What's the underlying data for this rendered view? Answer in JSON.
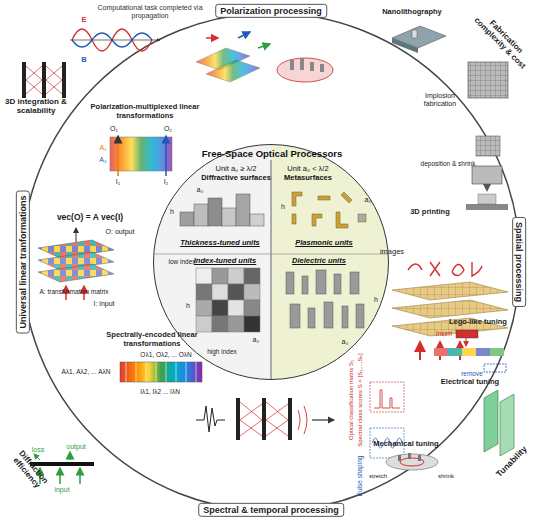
{
  "diagram": {
    "nodes": [
      {
        "text": [
          "Free-Space Optical Processors"
        ]
      },
      {
        "text": [
          "Unit a₀ ≥ λ/2",
          "Diffractive surfaces"
        ],
        "in": 0
      },
      {
        "text": [
          "Unit a₀ < λ/2",
          "Metasurfaces"
        ],
        "in": 0
      },
      {
        "text": [
          "Thickness-tuned units"
        ],
        "in": 1
      },
      {
        "text": [
          "Index-tuned units"
        ],
        "in": 1
      },
      {
        "text": [
          "Plasmonic units"
        ],
        "in": 2
      },
      {
        "text": [
          "Dielectric units"
        ],
        "in": 2
      }
    ],
    "labels": [
      "Polarization processing",
      "Spatial processing",
      "Spectral & temporal processing",
      "Universal linear tranformations",
      "3D integration & scalability",
      "Fabrication complexity & cost",
      "Tunability",
      "Diffraction efficiency",
      "Computational task completed via propagation",
      "E",
      "B",
      "Nanolithography",
      "Implosion fabrication",
      "deposition & shrink",
      "3D printing",
      "images",
      "Polarization-multiplexed linear transformations",
      "O₁",
      "O₂",
      "A₁",
      "A₂",
      "I₁",
      "I₂",
      "vec(O) = A vec(I)",
      "O: output",
      "A: transformation matrix",
      "I: input",
      "Spectrally-encoded linear transformations",
      "Aλ1, Aλ2, ... AλN",
      "Oλ1, Oλ2, ... OλN",
      "Iλ1, Iλ2 ... IλN",
      "loss",
      "output",
      "input",
      "Optical classification matrix S₁",
      "Spectral class scores S = [S₁,...,Sₖ]",
      "Pulse shaping",
      "Lego-like tuning",
      "Insert",
      "remove",
      "Electrical tuning",
      "Mechanical tuning",
      "stretch",
      "shrink",
      "h",
      "a₀",
      "low index",
      "high index",
      "h",
      "a₀",
      "h",
      "a₀",
      "h",
      "a₀"
    ]
  }
}
